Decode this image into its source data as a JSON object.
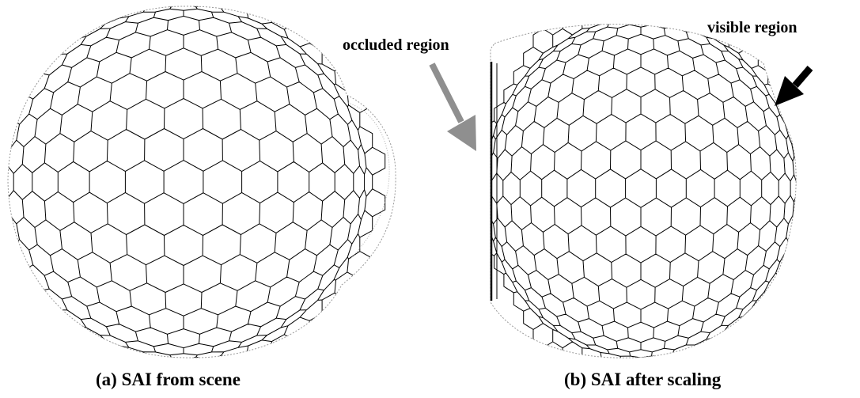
{
  "figure": {
    "label_occluded": "occluded region",
    "label_visible": "visible region",
    "caption_a": "(a) SAI from scene",
    "caption_b": "(b) SAI after scaling"
  },
  "colors": {
    "mesh_line": "#000000",
    "mesh_fringe": "#8a8a8a",
    "arrow_occluded": "#8f8f8f",
    "arrow_visible": "#000000"
  },
  "icons": {
    "arrow_occluded": "gray-arrow-icon",
    "arrow_visible": "black-arrow-icon"
  }
}
